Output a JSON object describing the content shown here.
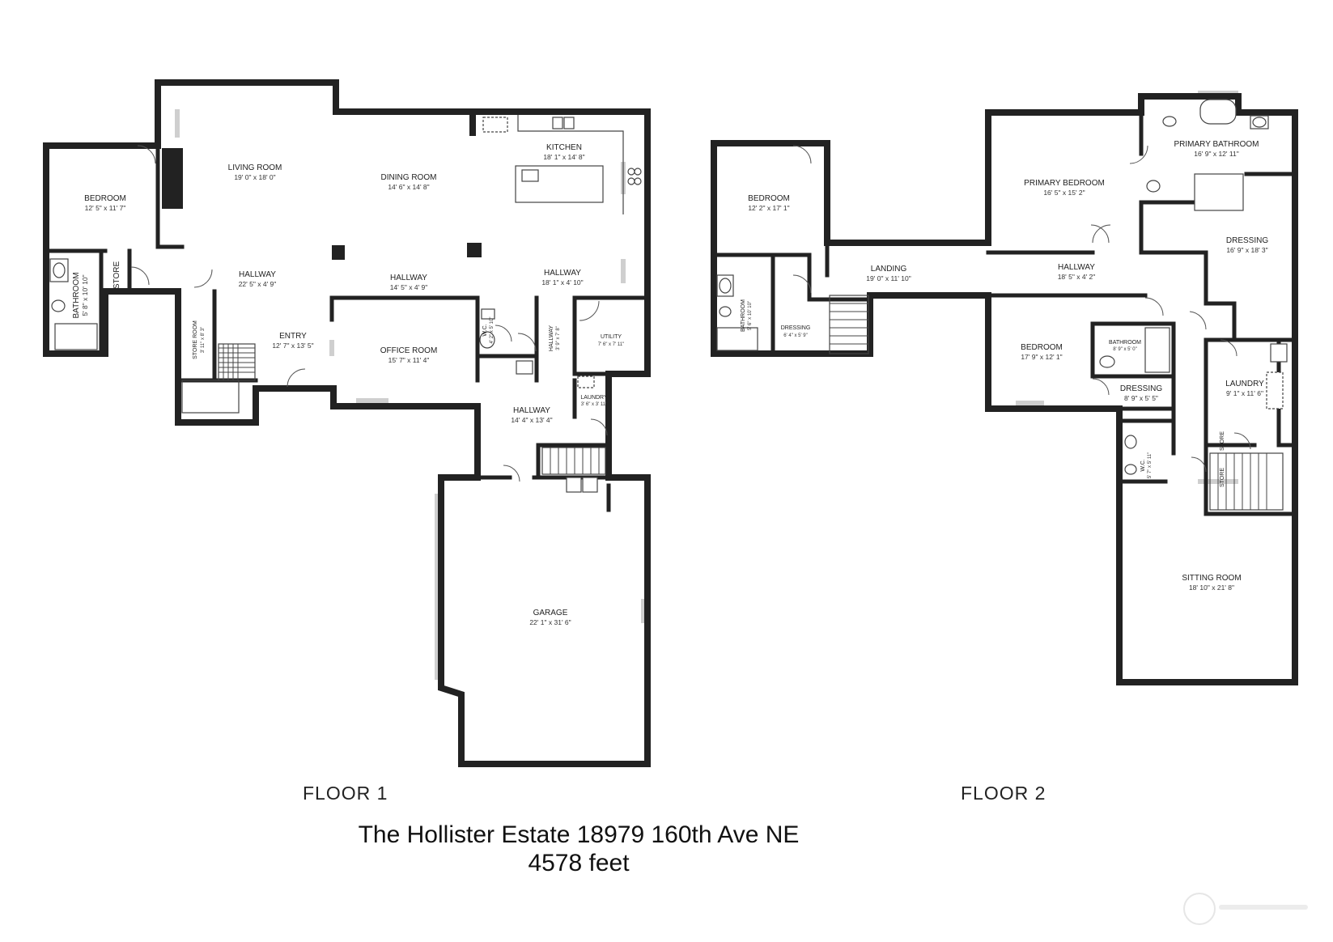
{
  "floors": [
    {
      "label": "FLOOR 1",
      "rooms": [
        {
          "name": "BEDROOM",
          "dims": "12' 5\" x 11' 7\""
        },
        {
          "name": "LIVING ROOM",
          "dims": "19' 0\" x 18' 0\""
        },
        {
          "name": "DINING ROOM",
          "dims": "14' 6\" x 14' 8\""
        },
        {
          "name": "KITCHEN",
          "dims": "18' 1\" x 14' 8\""
        },
        {
          "name": "HALLWAY",
          "dims": "22' 5\" x 4' 9\""
        },
        {
          "name": "HALLWAY",
          "dims": "14' 5\" x 4' 9\""
        },
        {
          "name": "HALLWAY",
          "dims": "18' 1\" x 4' 10\""
        },
        {
          "name": "BATHROOM",
          "dims": "5' 8\" x 10' 10\""
        },
        {
          "name": "STORE",
          "dims": ""
        },
        {
          "name": "STORE ROOM",
          "dims": "3' 11\" x 8' 3\""
        },
        {
          "name": "ENTRY",
          "dims": "12' 7\" x 13' 5\""
        },
        {
          "name": "OFFICE ROOM",
          "dims": "15' 7\" x 11' 4\""
        },
        {
          "name": "W.C.",
          "dims": "4' 2\" x 5' 10\""
        },
        {
          "name": "HALLWAY",
          "dims": "3' 9\" x 7' 8\""
        },
        {
          "name": "UTILITY",
          "dims": "7' 6\" x 7' 11\""
        },
        {
          "name": "LAUNDRY",
          "dims": "3' 6\" x 3' 11\""
        },
        {
          "name": "HALLWAY",
          "dims": "14' 4\" x 13' 4\""
        },
        {
          "name": "GARAGE",
          "dims": "22' 1\" x 31' 6\""
        }
      ]
    },
    {
      "label": "FLOOR 2",
      "rooms": [
        {
          "name": "BEDROOM",
          "dims": "12' 2\" x 17' 1\""
        },
        {
          "name": "BATHROOM",
          "dims": "5' 6\" x 10' 10\""
        },
        {
          "name": "DRESSING",
          "dims": "6' 4\" x 5' 9\""
        },
        {
          "name": "LANDING",
          "dims": "19' 0\" x 11' 10\""
        },
        {
          "name": "PRIMARY BEDROOM",
          "dims": "16' 5\" x 15' 2\""
        },
        {
          "name": "PRIMARY BATHROOM",
          "dims": "16' 9\" x 12' 11\""
        },
        {
          "name": "DRESSING",
          "dims": "16' 9\" x 18' 3\""
        },
        {
          "name": "HALLWAY",
          "dims": "18' 5\" x 4' 2\""
        },
        {
          "name": "BEDROOM",
          "dims": "17' 9\" x 12' 1\""
        },
        {
          "name": "BATHROOM",
          "dims": "8' 9\" x 5' 0\""
        },
        {
          "name": "DRESSING",
          "dims": "8' 9\" x 5' 5\""
        },
        {
          "name": "W.C.",
          "dims": "5' 7\" x 5' 11\""
        },
        {
          "name": "LAUNDRY",
          "dims": "9' 1\" x 11' 6\""
        },
        {
          "name": "STORE",
          "dims": ""
        },
        {
          "name": "STORE",
          "dims": ""
        },
        {
          "name": "SITTING ROOM",
          "dims": "18' 10\" x 21' 8\""
        }
      ]
    }
  ],
  "title": {
    "line1": "The Hollister Estate 18979 160th Ave NE",
    "line2": "4578 feet"
  }
}
